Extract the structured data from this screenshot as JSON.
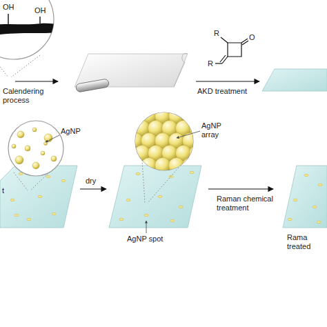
{
  "diagram": {
    "labels": [
      "OH",
      "OH",
      "Calendering process",
      "R",
      "R",
      "O",
      "AKD treatment",
      "AgNP",
      "t",
      "dry",
      "AgNP spot",
      "AgNP array",
      "Raman chemical treatment",
      "Rama treated"
    ]
  }
}
